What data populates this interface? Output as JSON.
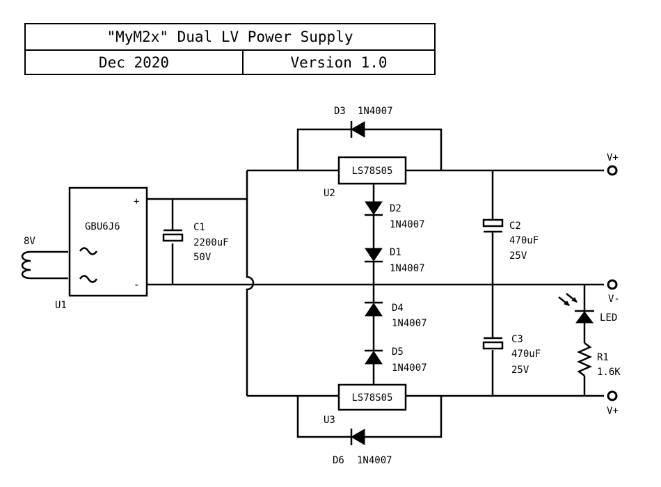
{
  "title_block": {
    "title": "\"MyM2x\" Dual LV Power Supply",
    "date": "Dec 2020",
    "version": "Version 1.0"
  },
  "components": {
    "u1": {
      "ref": "U1",
      "value": "GBU6J6",
      "plus": "+",
      "minus": "-",
      "ac_symbol": "~"
    },
    "transformer": {
      "label": "8V"
    },
    "c1": {
      "ref": "C1",
      "value": "2200uF",
      "voltage": "50V"
    },
    "u2": {
      "ref": "U2",
      "value": "LS78S05"
    },
    "u3": {
      "ref": "U3",
      "value": "LS78S05"
    },
    "d1": {
      "ref": "D1",
      "value": "1N4007"
    },
    "d2": {
      "ref": "D2",
      "value": "1N4007"
    },
    "d3": {
      "ref": "D3",
      "value": "1N4007"
    },
    "d4": {
      "ref": "D4",
      "value": "1N4007"
    },
    "d5": {
      "ref": "D5",
      "value": "1N4007"
    },
    "d6": {
      "ref": "D6",
      "value": "1N4007"
    },
    "c2": {
      "ref": "C2",
      "value": "470uF",
      "voltage": "25V"
    },
    "c3": {
      "ref": "C3",
      "value": "470uF",
      "voltage": "25V"
    },
    "led": {
      "ref": "LED"
    },
    "r1": {
      "ref": "R1",
      "value": "1.6K"
    }
  },
  "outputs": {
    "top": "V+",
    "mid": "V-",
    "bottom": "V+"
  }
}
